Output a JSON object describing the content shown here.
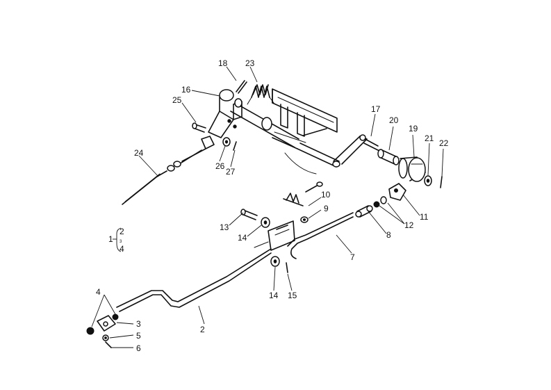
{
  "callouts": {
    "c1": "1",
    "c2": "2",
    "c3": "3",
    "c4a": "4",
    "c4b": "4",
    "c5": "5",
    "c6": "6",
    "c7": "7",
    "c8": "8",
    "c9": "9",
    "c10": "10",
    "c11": "11",
    "c12": "12",
    "c13": "13",
    "c14a": "14",
    "c14b": "14",
    "c15": "15",
    "c16": "16",
    "c17": "17",
    "c18": "18",
    "c19": "19",
    "c20": "20",
    "c21": "21",
    "c22": "22",
    "c23": "23",
    "c24": "24",
    "c25": "25",
    "c26": "26",
    "c27": "27",
    "legend_top": "2",
    "legend_mid": "3",
    "legend_bottom": "4"
  }
}
